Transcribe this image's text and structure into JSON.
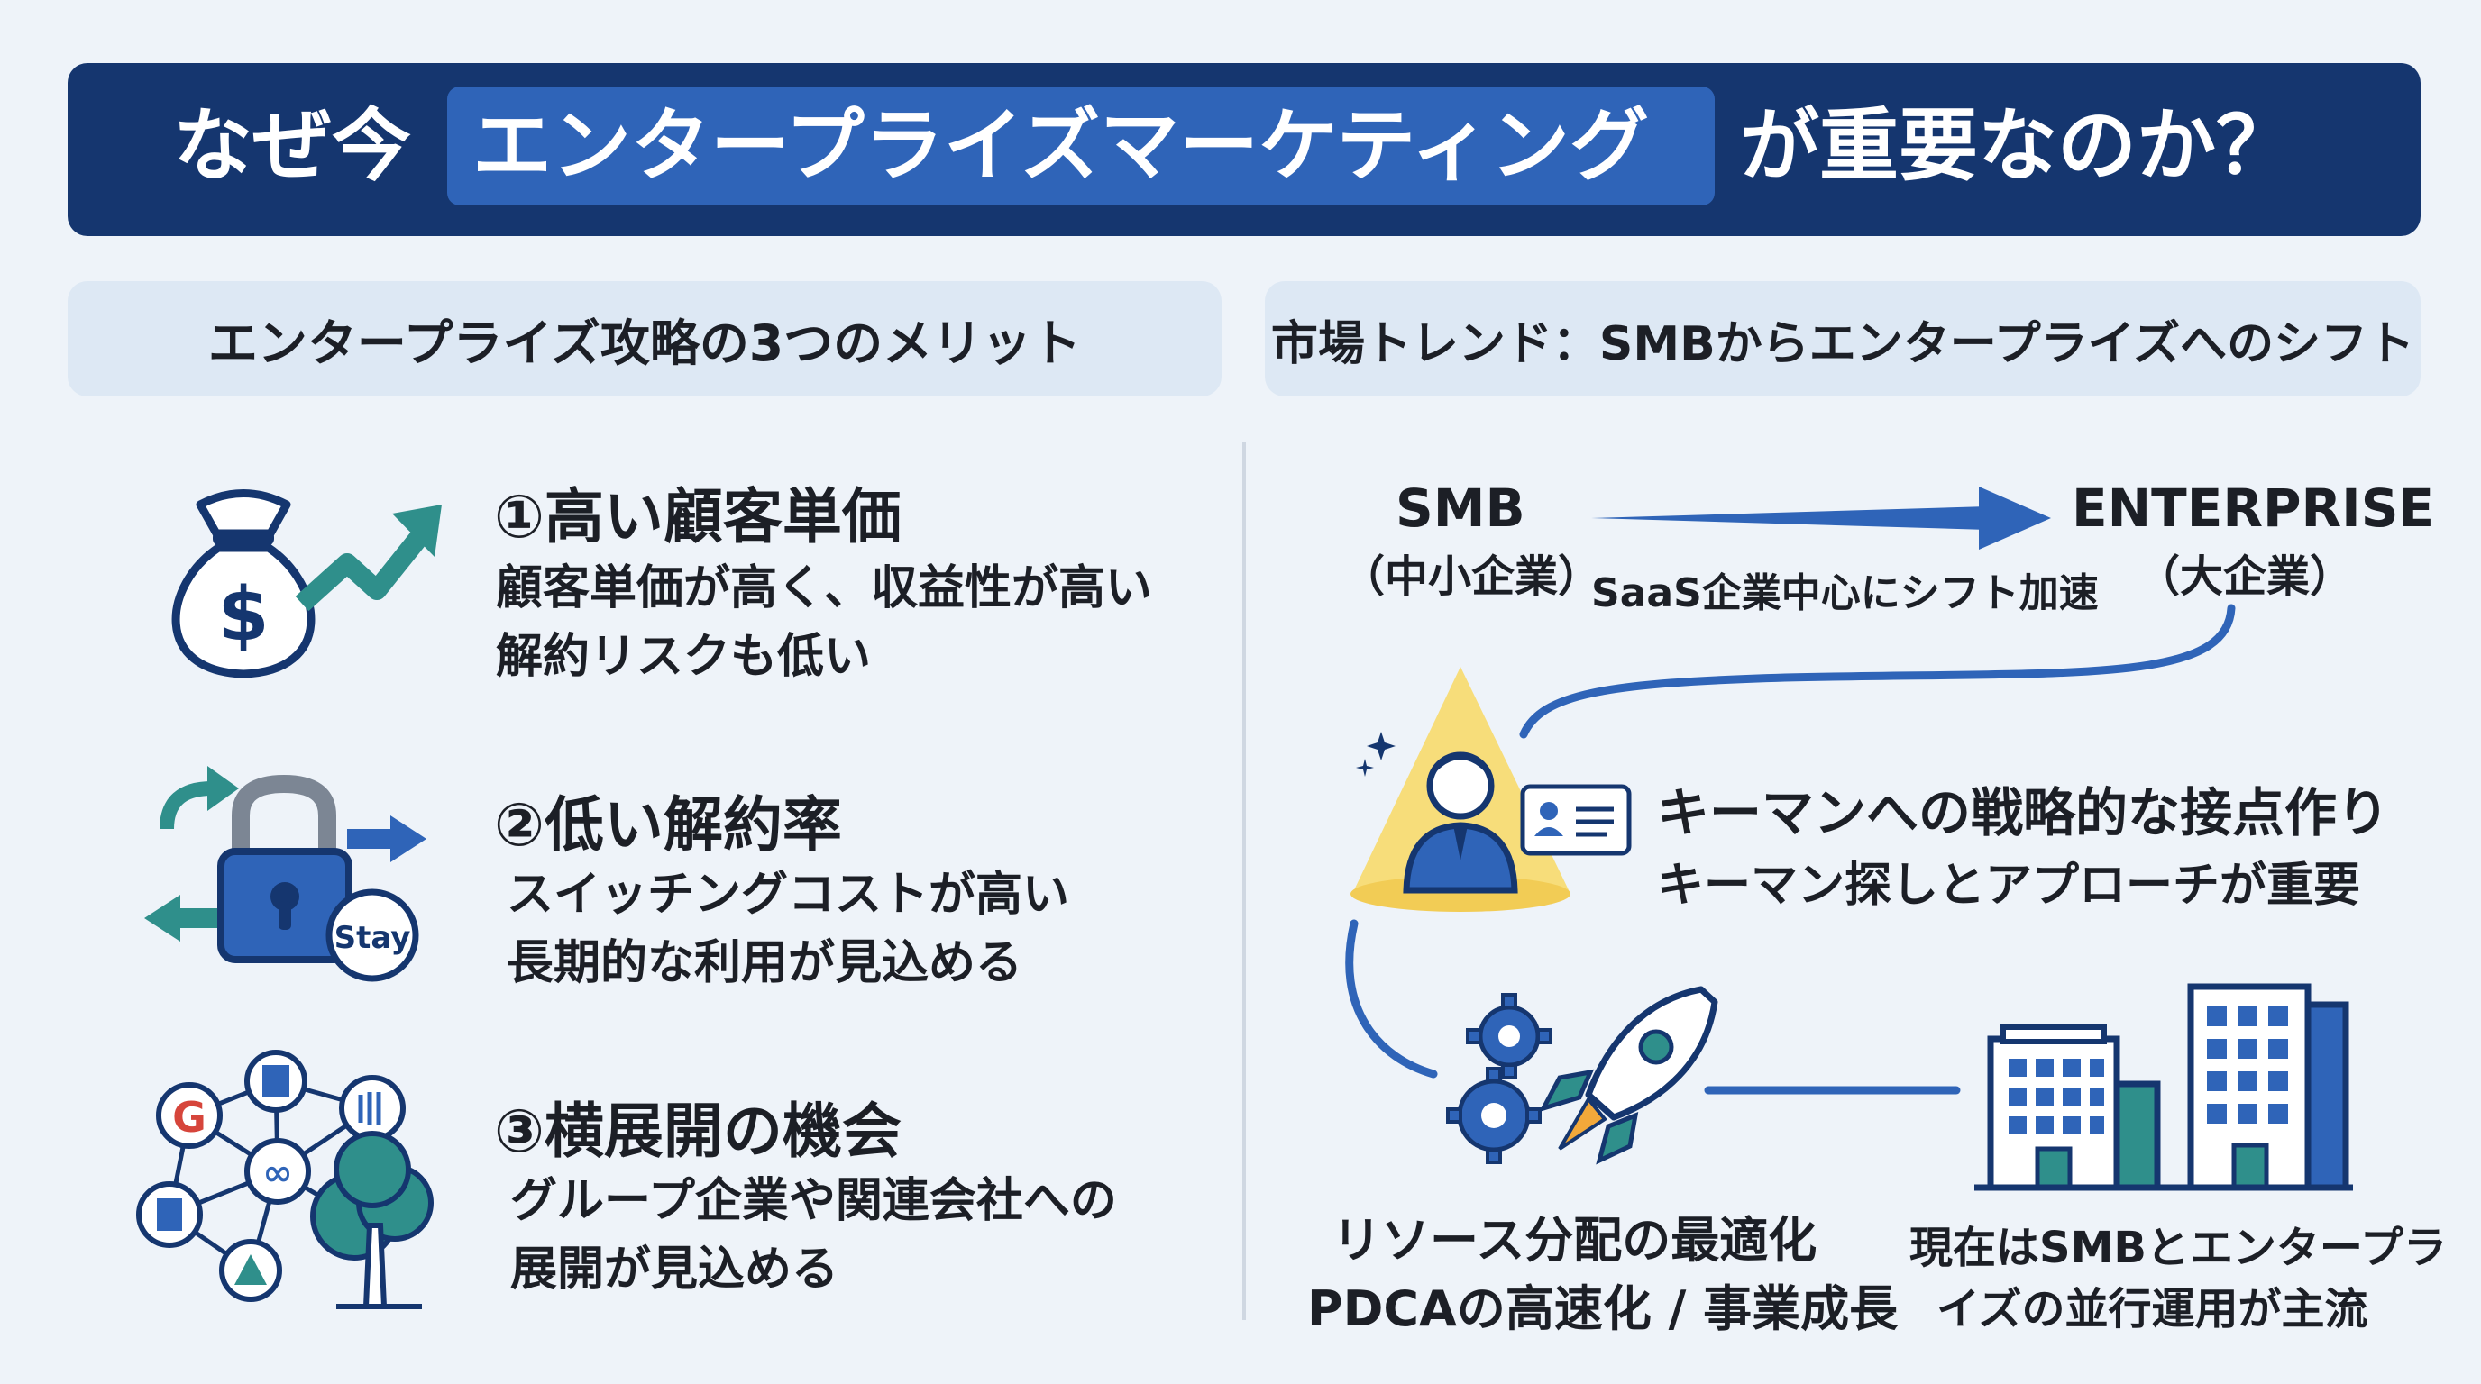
{
  "header": {
    "title_prefix": "なぜ今",
    "title_highlight": "エンタープライズマーケティング",
    "title_suffix": "が重要なのか？"
  },
  "left_section": {
    "heading": "エンタープライズ攻略の3つのメリット",
    "items": [
      {
        "title": "①高い顧客単価",
        "lines": [
          "顧客単価が高く、収益性が高い",
          "解約リスクも低い"
        ],
        "icon": "money-bag-growth-icon"
      },
      {
        "title": "②低い解約率",
        "lines": [
          "スイッチングコストが高い",
          "長期的な利用が見込める"
        ],
        "icon": "lock-stay-icon",
        "badge": "Stay"
      },
      {
        "title": "③横展開の機会",
        "lines": [
          "グループ企業や関連会社への",
          "展開が見込める"
        ],
        "icon": "network-tree-icon"
      }
    ]
  },
  "right_section": {
    "heading": "市場トレンド：SMBからエンタープライズへのシフト",
    "smb_label": "SMB",
    "smb_sub": "（中小企業）",
    "enterprise_label": "ENTERPRISE",
    "enterprise_sub": "（大企業）",
    "shift_caption": "SaaS企業中心にシフト加速",
    "keyman_title": "キーマンへの戦略的な接点作り",
    "keyman_desc": "キーマン探しとアプローチが重要",
    "resource_line1": "リソース分配の最適化",
    "resource_line2": "PDCAの高速化 / 事業成長",
    "parallel_line1": "現在はSMBとエンタープラ",
    "parallel_line2": "イズの並行運用が主流"
  },
  "colors": {
    "navy": "#15366f",
    "blue": "#2f64b8",
    "teal": "#2f8f8b",
    "section_bg": "#dde8f4",
    "page_bg": "#eef3f9",
    "gold": "#f2cc55"
  }
}
